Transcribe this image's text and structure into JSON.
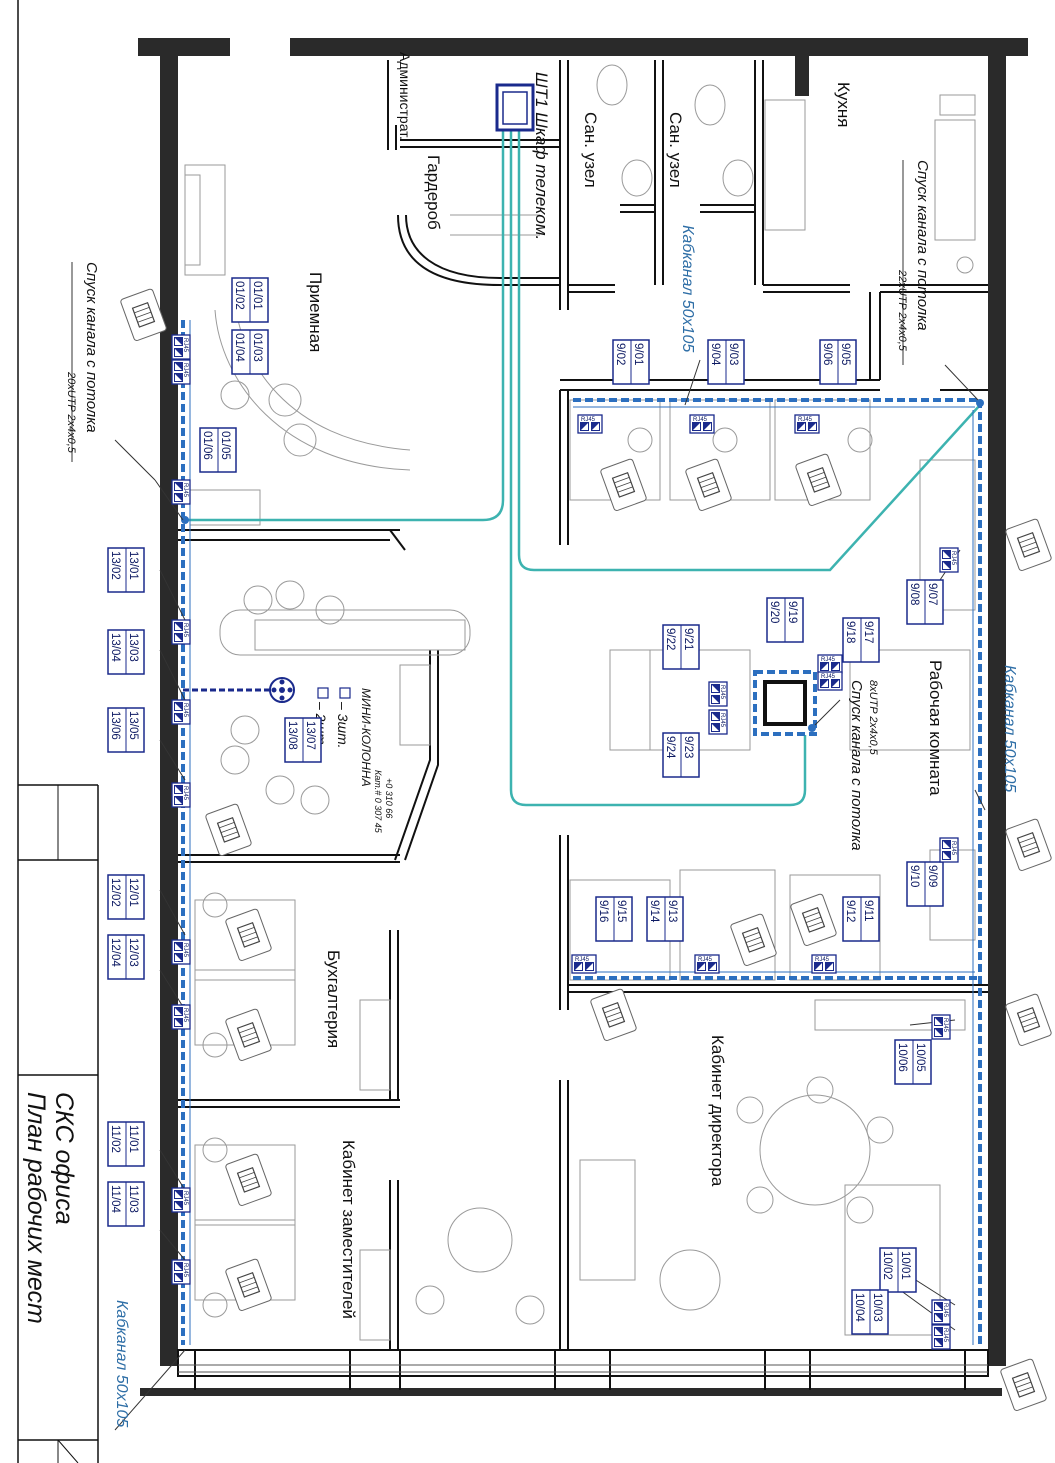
{
  "title_block": {
    "line1": "СКС офиса",
    "line2": "План рабочих мест"
  },
  "rooms": {
    "admin": "Администрат.",
    "wardrobe": "Гардероб",
    "cabinet": "ШТ1  Шкаф телеком.",
    "wc1": "Сан. узел",
    "wc2": "Сан. узел",
    "kitchen": "Кухня",
    "reception": "Приемная",
    "workroom": "Рабочая комната",
    "accounting": "Бухгалтерия",
    "deputies": "Кабинет заместителей",
    "director": "Кабинет директора"
  },
  "annotations": {
    "channel_top": "Кабканал 50х105",
    "channel_right": "Кабканал 50х105",
    "channel_bottom": "Кабканал 50х105",
    "drop_left": "Спуск канала с потолка",
    "drop_left_sub": "20хUTP 2х4х0,5",
    "drop_right": "Спуск канала с потолка",
    "drop_right_sub": "22хUTP 2х4х0,5",
    "drop_center": "Спуск канала с потолка",
    "drop_center_sub": "8хUTP 2х4х0,5",
    "mini_column": "МИНИ-КОЛОННА",
    "mini_column_art": "Кат.# 0 307 45",
    "mini_column_code": "+0 310 66",
    "qty_a": "– 3шт.",
    "qty_b": "– 2шт."
  },
  "rj_label": "RJ45",
  "outlets": [
    {
      "a": "01/01",
      "b": "01/02"
    },
    {
      "a": "01/03",
      "b": "01/04"
    },
    {
      "a": "01/05",
      "b": "01/06"
    },
    {
      "a": "13/01",
      "b": "13/02"
    },
    {
      "a": "13/03",
      "b": "13/04"
    },
    {
      "a": "13/05",
      "b": "13/06"
    },
    {
      "a": "13/07",
      "b": "13/08"
    },
    {
      "a": "12/01",
      "b": "12/02"
    },
    {
      "a": "12/03",
      "b": "12/04"
    },
    {
      "a": "11/01",
      "b": "11/02"
    },
    {
      "a": "11/03",
      "b": "11/04"
    },
    {
      "a": "9/01",
      "b": "9/02"
    },
    {
      "a": "9/03",
      "b": "9/04"
    },
    {
      "a": "9/05",
      "b": "9/06"
    },
    {
      "a": "9/07",
      "b": "9/08"
    },
    {
      "a": "9/09",
      "b": "9/10"
    },
    {
      "a": "9/11",
      "b": "9/12"
    },
    {
      "a": "9/13",
      "b": "9/14"
    },
    {
      "a": "9/15",
      "b": "9/16"
    },
    {
      "a": "9/17",
      "b": "9/18"
    },
    {
      "a": "9/19",
      "b": "9/20"
    },
    {
      "a": "9/21",
      "b": "9/22"
    },
    {
      "a": "9/23",
      "b": "9/24"
    },
    {
      "a": "10/01",
      "b": "10/02"
    },
    {
      "a": "10/03",
      "b": "10/04"
    },
    {
      "a": "10/05",
      "b": "10/06"
    }
  ],
  "colors": {
    "trunk": "#3db3b0",
    "channel": "#2c6fbf",
    "outlet": "#1a2a8c",
    "wall": "#2a2a2a"
  }
}
